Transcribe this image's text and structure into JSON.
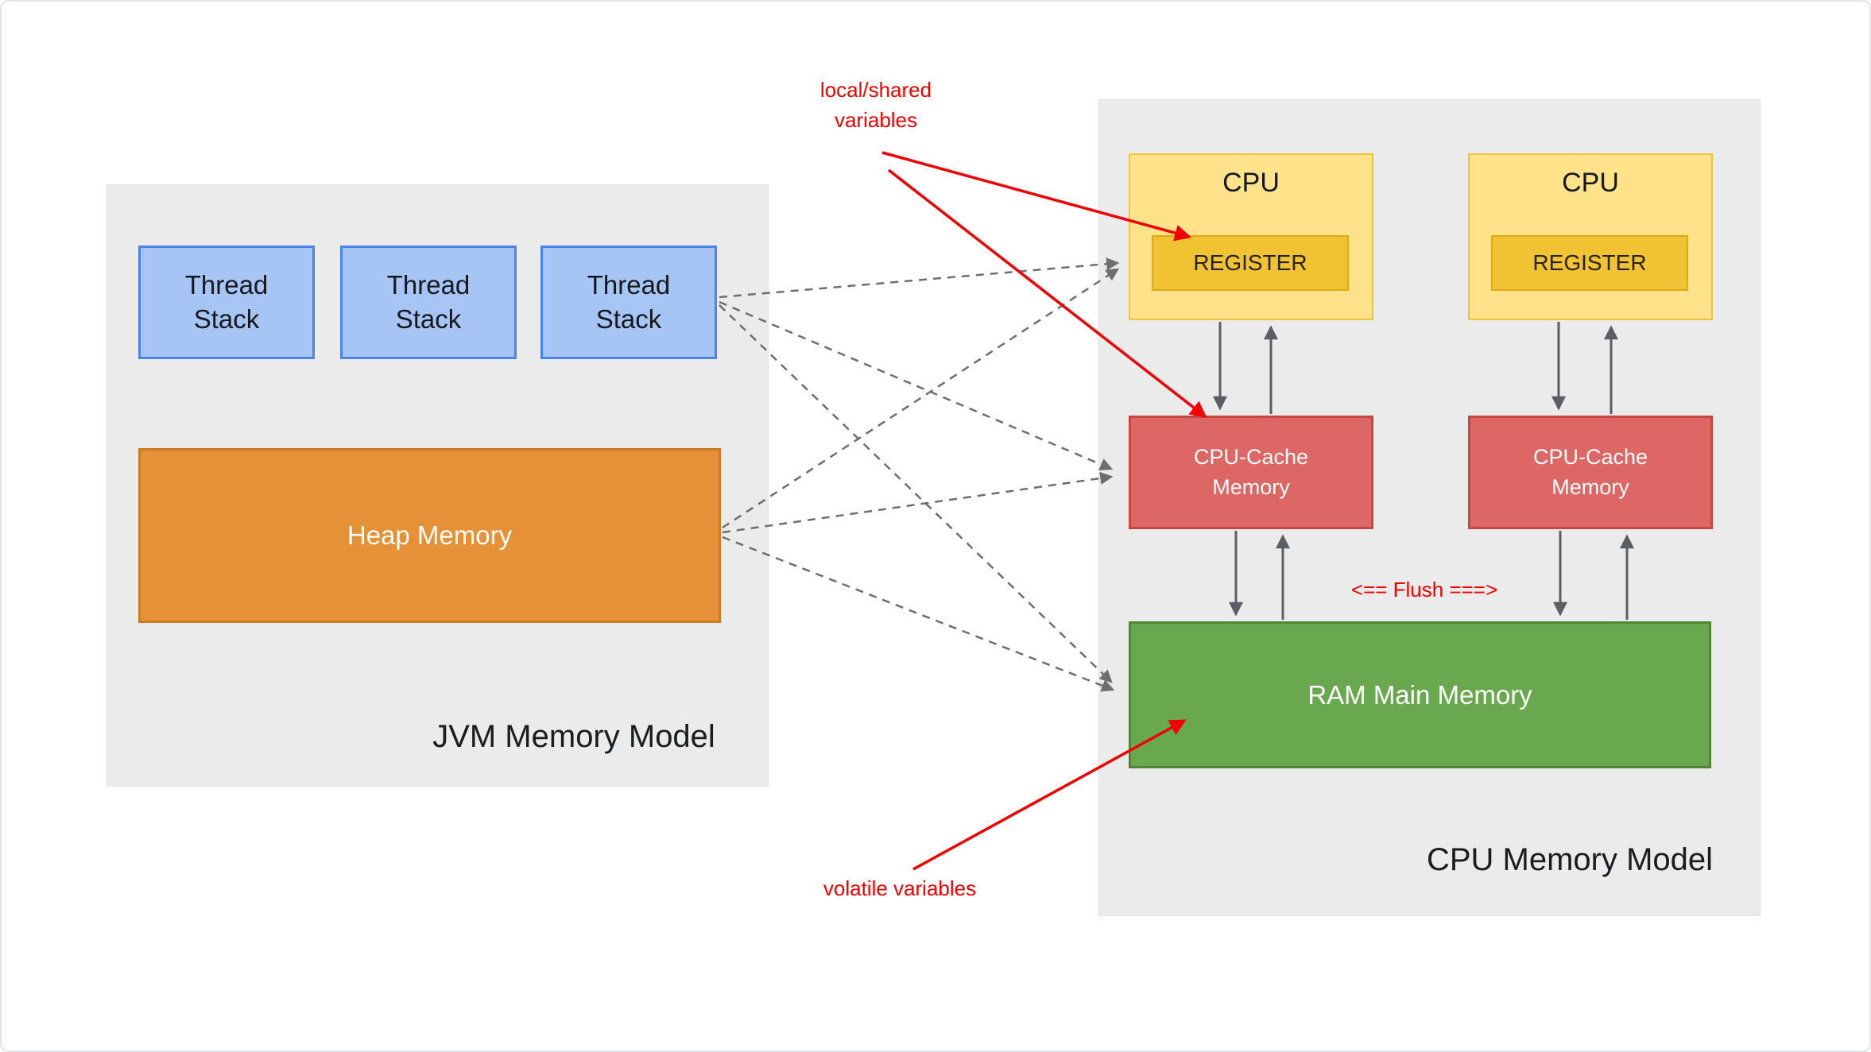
{
  "diagram": {
    "jvm": {
      "label": "JVM Memory Model",
      "thread_stacks": [
        "Thread Stack",
        "Thread Stack",
        "Thread Stack"
      ],
      "heap_label": "Heap Memory"
    },
    "cpu": {
      "label": "CPU Memory Model",
      "cpus": [
        {
          "title": "CPU",
          "register_label": "REGISTER",
          "cache_label": "CPU-Cache Memory"
        },
        {
          "title": "CPU",
          "register_label": "REGISTER",
          "cache_label": "CPU-Cache Memory"
        }
      ],
      "ram_label": "RAM Main Memory",
      "flush_label": "<== Flush ===>"
    },
    "annotations": {
      "local_shared": "local/shared variables",
      "volatile": "volatile variables"
    },
    "colors": {
      "thread_stack_fill": "#a7c5f4",
      "thread_stack_border": "#4a86e8",
      "heap_fill": "#e69138",
      "cpu_fill": "#ffe28a",
      "register_fill": "#f1c232",
      "cache_fill": "#dd6765",
      "ram_fill": "#69a84f",
      "panel_fill": "#ebebeb",
      "annotation_red": "#f20000",
      "arrow_dashed_gray": "#6e6e6e",
      "arrow_solid_gray": "#5b5e62"
    }
  }
}
